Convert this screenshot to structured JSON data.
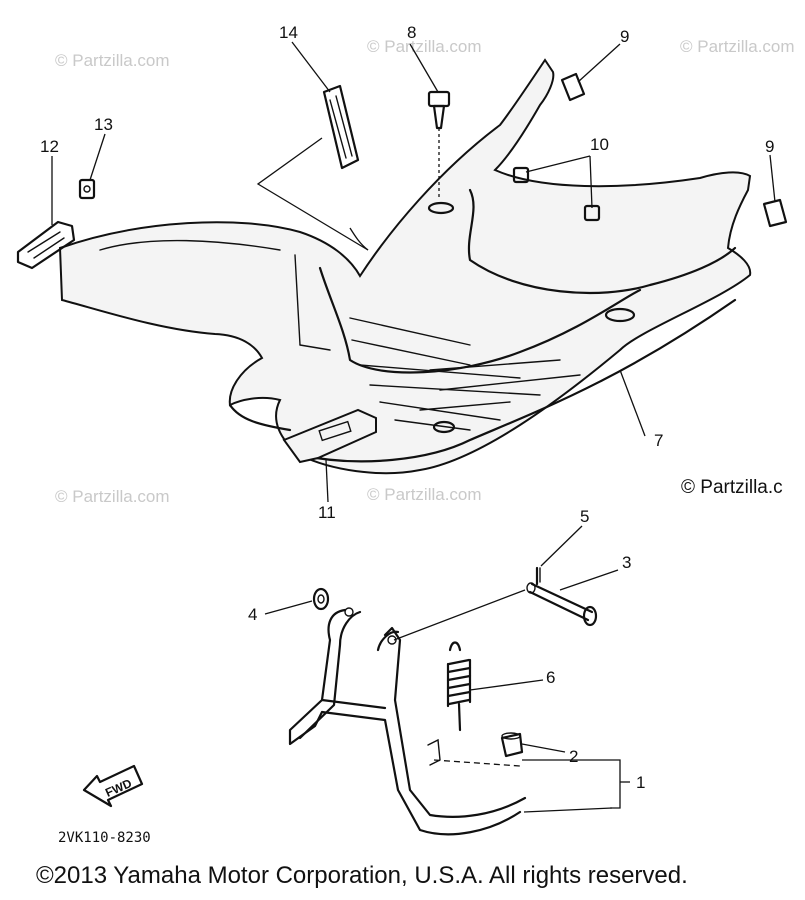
{
  "watermark": "© Partzilla.com",
  "watermark_cut": "© Partzilla.c",
  "part_labels": {
    "p1": "1",
    "p2": "2",
    "p3": "3",
    "p4": "4",
    "p5": "5",
    "p6": "6",
    "p7": "7",
    "p8": "8",
    "p9a": "9",
    "p9b": "9",
    "p10": "10",
    "p11": "11",
    "p12": "12",
    "p13": "13",
    "p14": "14"
  },
  "direction_label": "FWD",
  "diagram_code": "2VK110-8230",
  "copyright": "©2013  Yamaha Motor Corporation, U.S.A. All rights reserved."
}
